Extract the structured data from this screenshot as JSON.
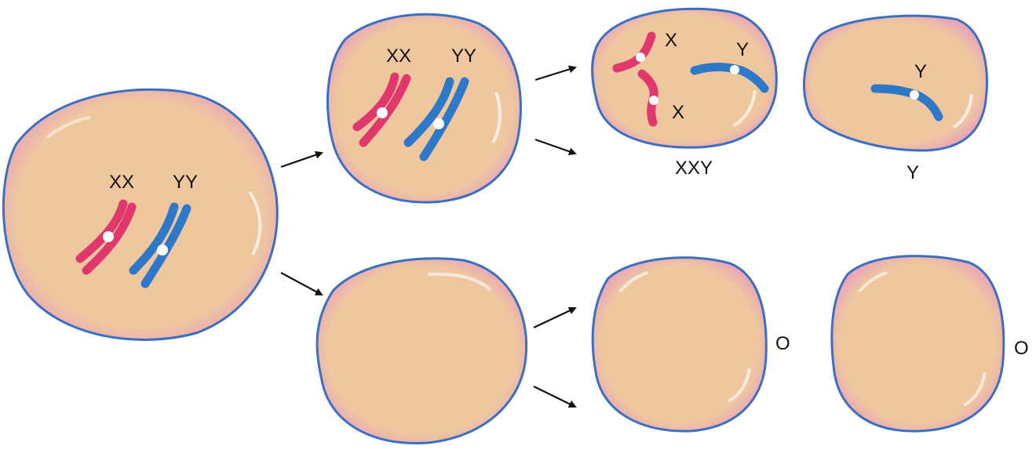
{
  "colors": {
    "cell_fill": "#efc79f",
    "cell_rim": "#e9a6b8",
    "cell_outline": "#3b6fc2",
    "x_chromosome": "#e0386c",
    "y_chromosome": "#2e78c8",
    "centromere": "#ffffff",
    "arrow": "#111111"
  },
  "labels": {
    "parent_xx": "XX",
    "parent_yy": "YY",
    "meiosis1_top_xx": "XX",
    "meiosis1_top_yy": "YY",
    "gamete1_x_upper": "X",
    "gamete1_x_lower": "X",
    "gamete1_y": "Y",
    "gamete1_caption": "XXY",
    "gamete2_y": "Y",
    "gamete2_caption": "Y",
    "gamete3_caption": "O",
    "gamete4_caption": "O"
  },
  "icons": [
    "arrow-icon"
  ]
}
